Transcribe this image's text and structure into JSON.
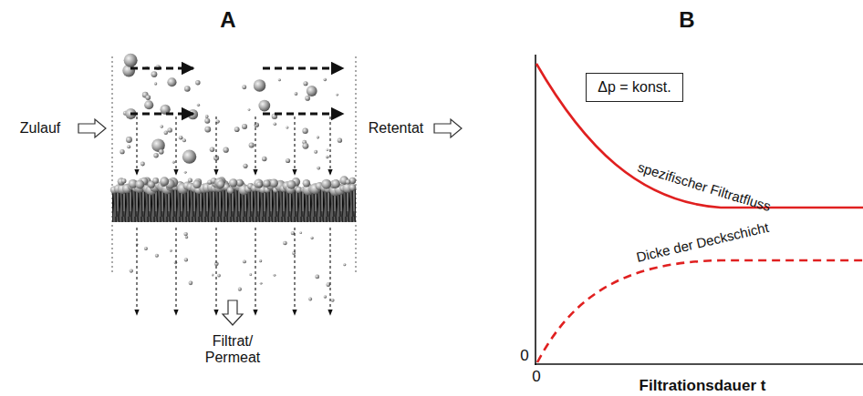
{
  "diagram": {
    "nodes": [
      {
        "text": [
          "Δp = konst."
        ]
      }
    ],
    "labels": [
      "A",
      "B",
      "Zulauf",
      "Retentat",
      "Filtrat/ Permeat",
      "spezifischer Filtratfluss",
      "Dicke der Deckschicht",
      "0",
      "0",
      "Filtrationsdauer t"
    ]
  }
}
